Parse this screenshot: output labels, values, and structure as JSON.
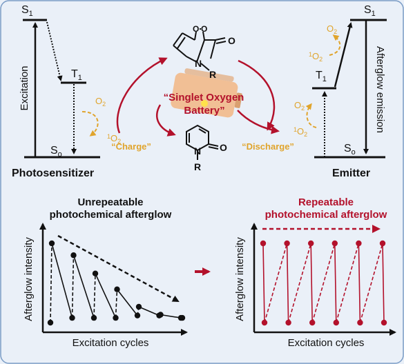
{
  "colors": {
    "background": "#eaf0f8",
    "border": "#7a9cc6",
    "accent_red": "#b3112b",
    "oxygen_orange": "#e0a42c",
    "battery": "#f2b98a",
    "battery_spot": "#ffe24a"
  },
  "top": {
    "photosensitizer": {
      "name": "Photosensitizer",
      "s1": "S",
      "s1_sub": "1",
      "t1": "T",
      "t1_sub": "1",
      "s0": "S",
      "s0_sub": "o",
      "excitation": "Excitation",
      "o2": "O",
      "o2_sub": "2",
      "singlet_sup": "1",
      "singlet": "O",
      "singlet_sub": "2"
    },
    "emitter": {
      "name": "Emitter",
      "s1": "S",
      "s1_sub": "1",
      "t1": "T",
      "t1_sub": "1",
      "s0": "S",
      "s0_sub": "o",
      "afterglow": "Afterglow emission",
      "upper_o2": "O",
      "upper_o2_sub": "2",
      "upper_singlet_sup": "1",
      "upper_singlet": "O",
      "upper_singlet_sub": "2",
      "lower_o2": "O",
      "lower_o2_sub": "2",
      "lower_singlet_sup": "1",
      "lower_singlet": "O",
      "lower_singlet_sub": "2"
    },
    "center": {
      "battery_line1": "“Singlet Oxygen",
      "battery_line2": "Battery”",
      "charge": "“Charge”",
      "discharge": "“Discharge”",
      "endo_atom_o1": "O",
      "endo_atom_o2": "O",
      "endo_atom_carbonyl": "O",
      "endo_atom_n": "N",
      "endo_atom_r": "R",
      "pyr_atom_n": "N",
      "pyr_atom_o": "O",
      "pyr_atom_r": "R"
    }
  },
  "bottom": {
    "left_panel": {
      "title_line1": "Unrepeatable",
      "title_line2": "photochemical afterglow",
      "ylabel": "Afterglow intensity",
      "xlabel": "Excitation cycles"
    },
    "right_panel": {
      "title_line1": "Repeatable",
      "title_line2": "photochemical afterglow",
      "ylabel": "Afterglow intensity",
      "xlabel": "Excitation cycles"
    }
  },
  "chart_data": [
    {
      "type": "line",
      "title": "Unrepeatable photochemical afterglow",
      "xlabel": "Excitation cycles",
      "ylabel": "Afterglow intensity",
      "x": [
        1,
        1,
        2,
        2,
        3,
        3,
        4,
        4,
        5,
        5,
        6,
        6,
        7,
        7
      ],
      "series": [
        {
          "values": [
            0,
            1.0,
            0.06,
            0.85,
            0.06,
            0.62,
            0.06,
            0.42,
            0.09,
            0.2,
            0.09,
            0.1,
            0.06,
            0.06
          ]
        }
      ],
      "trend": "decreasing"
    },
    {
      "type": "line",
      "title": "Repeatable photochemical afterglow",
      "xlabel": "Excitation cycles",
      "ylabel": "Afterglow intensity",
      "x": [
        1,
        1,
        2,
        2,
        3,
        3,
        4,
        4,
        5,
        5,
        6,
        6
      ],
      "series": [
        {
          "values": [
            1.0,
            0.0,
            1.0,
            0.0,
            1.0,
            0.0,
            1.0,
            0.0,
            1.0,
            0.0,
            1.0,
            0.0
          ]
        }
      ],
      "trend": "constant"
    }
  ]
}
